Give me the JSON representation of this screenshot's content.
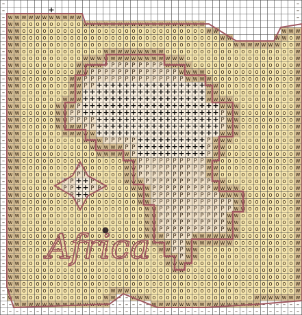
{
  "pattern": {
    "title_text": "Africa",
    "symbols": {
      "wood": "w",
      "pine": "P",
      "cross": "+",
      "open": "o",
      "dash": "–"
    },
    "colors": {
      "wood": "#d9c196",
      "background": "#f6e6ae",
      "pine": "#efe0c8",
      "cross": "#f8eede",
      "outline": "#a05860",
      "grid": "#4a4a4a",
      "marker": "#3a2e2e"
    }
  }
}
